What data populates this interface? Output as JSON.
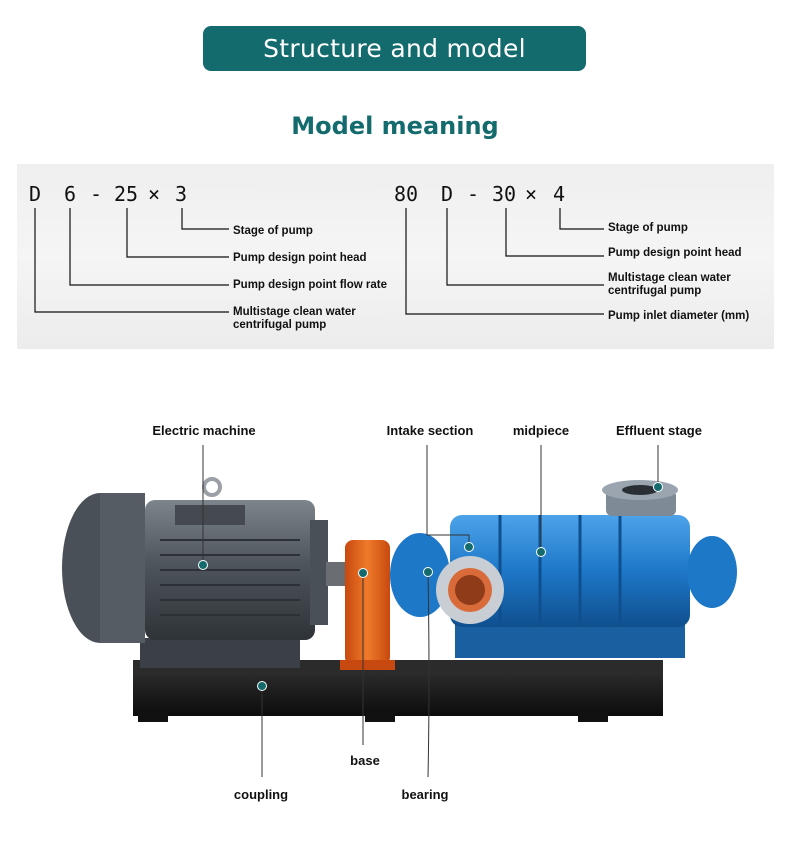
{
  "banner": {
    "title": "Structure and model"
  },
  "model_meaning": {
    "heading": "Model meaning",
    "left": {
      "code": [
        "D",
        "6",
        "-",
        "25",
        "×",
        "3"
      ],
      "labels": {
        "stage": "Stage of pump",
        "head": "Pump design point head",
        "flow": "Pump design point flow rate",
        "type_line1": "Multistage clean water",
        "type_line2": "centrifugal pump"
      }
    },
    "right": {
      "code": [
        "80",
        "D",
        "-",
        "30",
        "×",
        "4"
      ],
      "labels": {
        "stage": "Stage of pump",
        "head": "Pump design point head",
        "type_line1": "Multistage clean water",
        "type_line2": "centrifugal pump",
        "inlet": "Pump inlet diameter (mm)"
      }
    }
  },
  "pump_parts": {
    "electric_machine": "Electric machine",
    "intake_section": "Intake section",
    "midpiece": "midpiece",
    "effluent_stage": "Effluent stage",
    "base": "base",
    "coupling": "coupling",
    "bearing": "bearing"
  },
  "colors": {
    "accent": "#136b6d",
    "pump_blue": "#1e78c8",
    "coupling_orange": "#e8641e",
    "motor_grey": "#5a6066",
    "base_black": "#151515"
  }
}
